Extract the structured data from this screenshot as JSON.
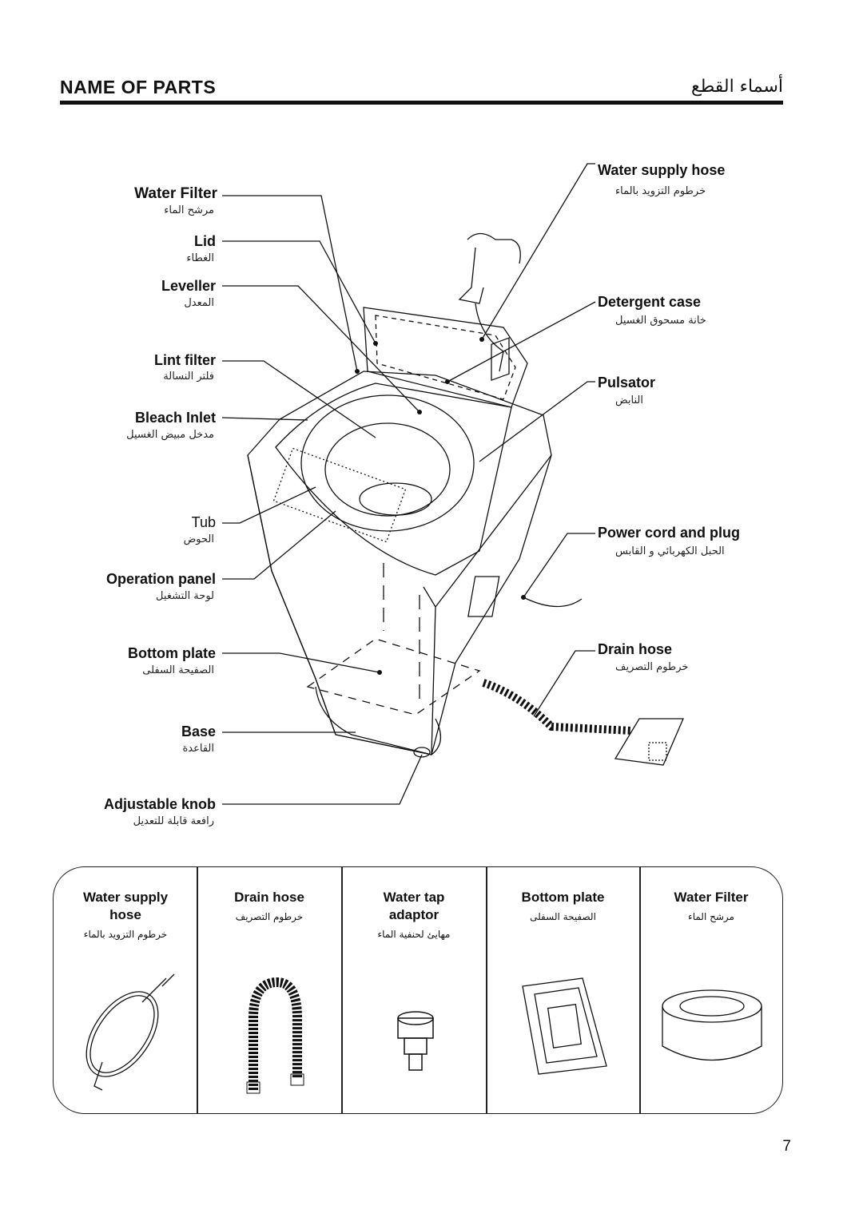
{
  "header": {
    "title": "NAME OF PARTS",
    "title_ar": "أسماء القطع"
  },
  "parts_left": [
    {
      "en": "Water Filter",
      "ar": "مرشح الماء"
    },
    {
      "en": "Lid",
      "ar": "الغطاء"
    },
    {
      "en": "Leveller",
      "ar": "المعدل"
    },
    {
      "en": "Lint filter",
      "ar": "فلتر النسالة"
    },
    {
      "en": "Bleach Inlet",
      "ar": "مدخل مبيض الغسيل"
    },
    {
      "en": "Tub",
      "ar": "الحوض"
    },
    {
      "en": "Operation panel",
      "ar": "لوحة التشغيل"
    },
    {
      "en": "Bottom plate",
      "ar": "الصفيحة السفلى"
    },
    {
      "en": "Base",
      "ar": "القاعدة"
    },
    {
      "en": "Adjustable knob",
      "ar": "رافعة قابلة للتعديل"
    }
  ],
  "parts_right": [
    {
      "en": "Water supply hose",
      "ar": "خرطوم التزويد بالماء"
    },
    {
      "en": "Detergent case",
      "ar": "خانة مسحوق الغسيل"
    },
    {
      "en": "Pulsator",
      "ar": "النابض"
    },
    {
      "en": "Power cord and plug",
      "ar": "الحبل الكهربائي و القابس"
    },
    {
      "en": "Drain hose",
      "ar": "خرطوم التصريف"
    }
  ],
  "accessories": [
    {
      "en_line1": "Water supply",
      "en_line2": "hose",
      "ar": "خرطوم التزويد بالماء",
      "icon": "coiled-hose-icon"
    },
    {
      "en_line1": "Drain hose",
      "en_line2": "",
      "ar": "خرطوم التصريف",
      "icon": "drain-hose-icon"
    },
    {
      "en_line1": "Water tap",
      "en_line2": "adaptor",
      "ar": "مهايئ لحنفية الماء",
      "icon": "tap-adaptor-icon"
    },
    {
      "en_line1": "Bottom plate",
      "en_line2": "",
      "ar": "الصفيحة السفلى",
      "icon": "bottom-plate-icon"
    },
    {
      "en_line1": "Water Filter",
      "en_line2": "",
      "ar": "مرشح الماء",
      "icon": "water-filter-icon"
    }
  ],
  "page_number": "7"
}
